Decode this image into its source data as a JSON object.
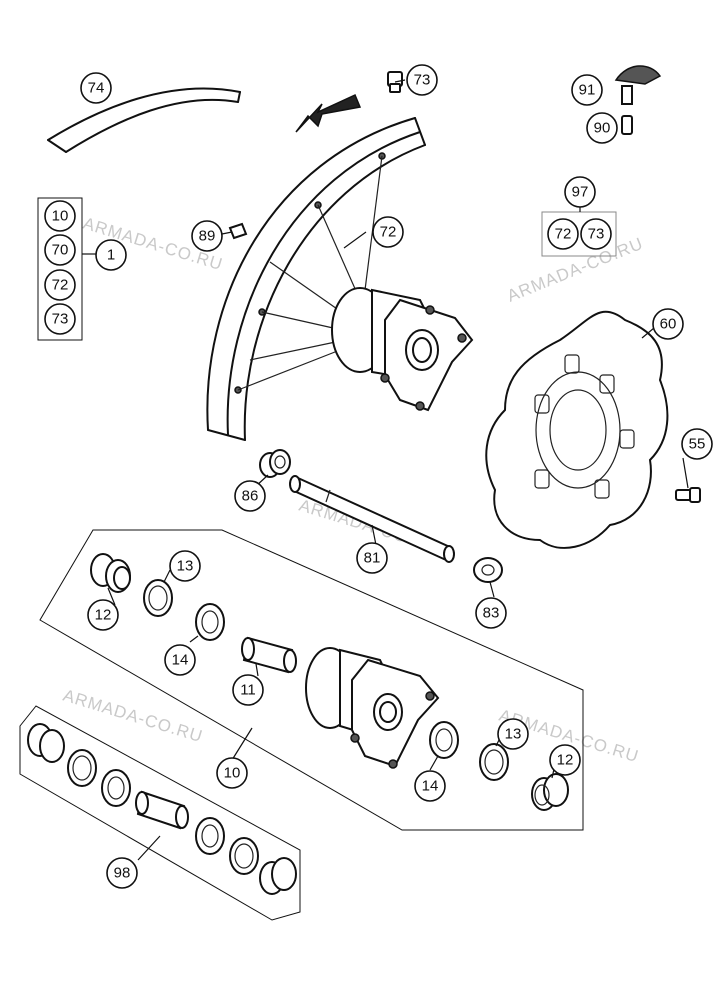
{
  "watermark_text": "ARMADA-CO.RU",
  "callouts": {
    "c74": "74",
    "c73_top": "73",
    "c91": "91",
    "c90": "90",
    "c10_kit": "10",
    "c70_kit": "70",
    "c72_kit": "72",
    "c73_kit": "73",
    "c1": "1",
    "c89": "89",
    "c72_rim": "72",
    "c97": "97",
    "c72_97": "72",
    "c73_97": "73",
    "c60": "60",
    "c55": "55",
    "c86": "86",
    "c81": "81",
    "c13_left": "13",
    "c12_left": "12",
    "c14_left": "14",
    "c83": "83",
    "c11": "11",
    "c13_right": "13",
    "c12_right": "12",
    "c14_right": "14",
    "c10_hub": "10",
    "c98": "98"
  }
}
